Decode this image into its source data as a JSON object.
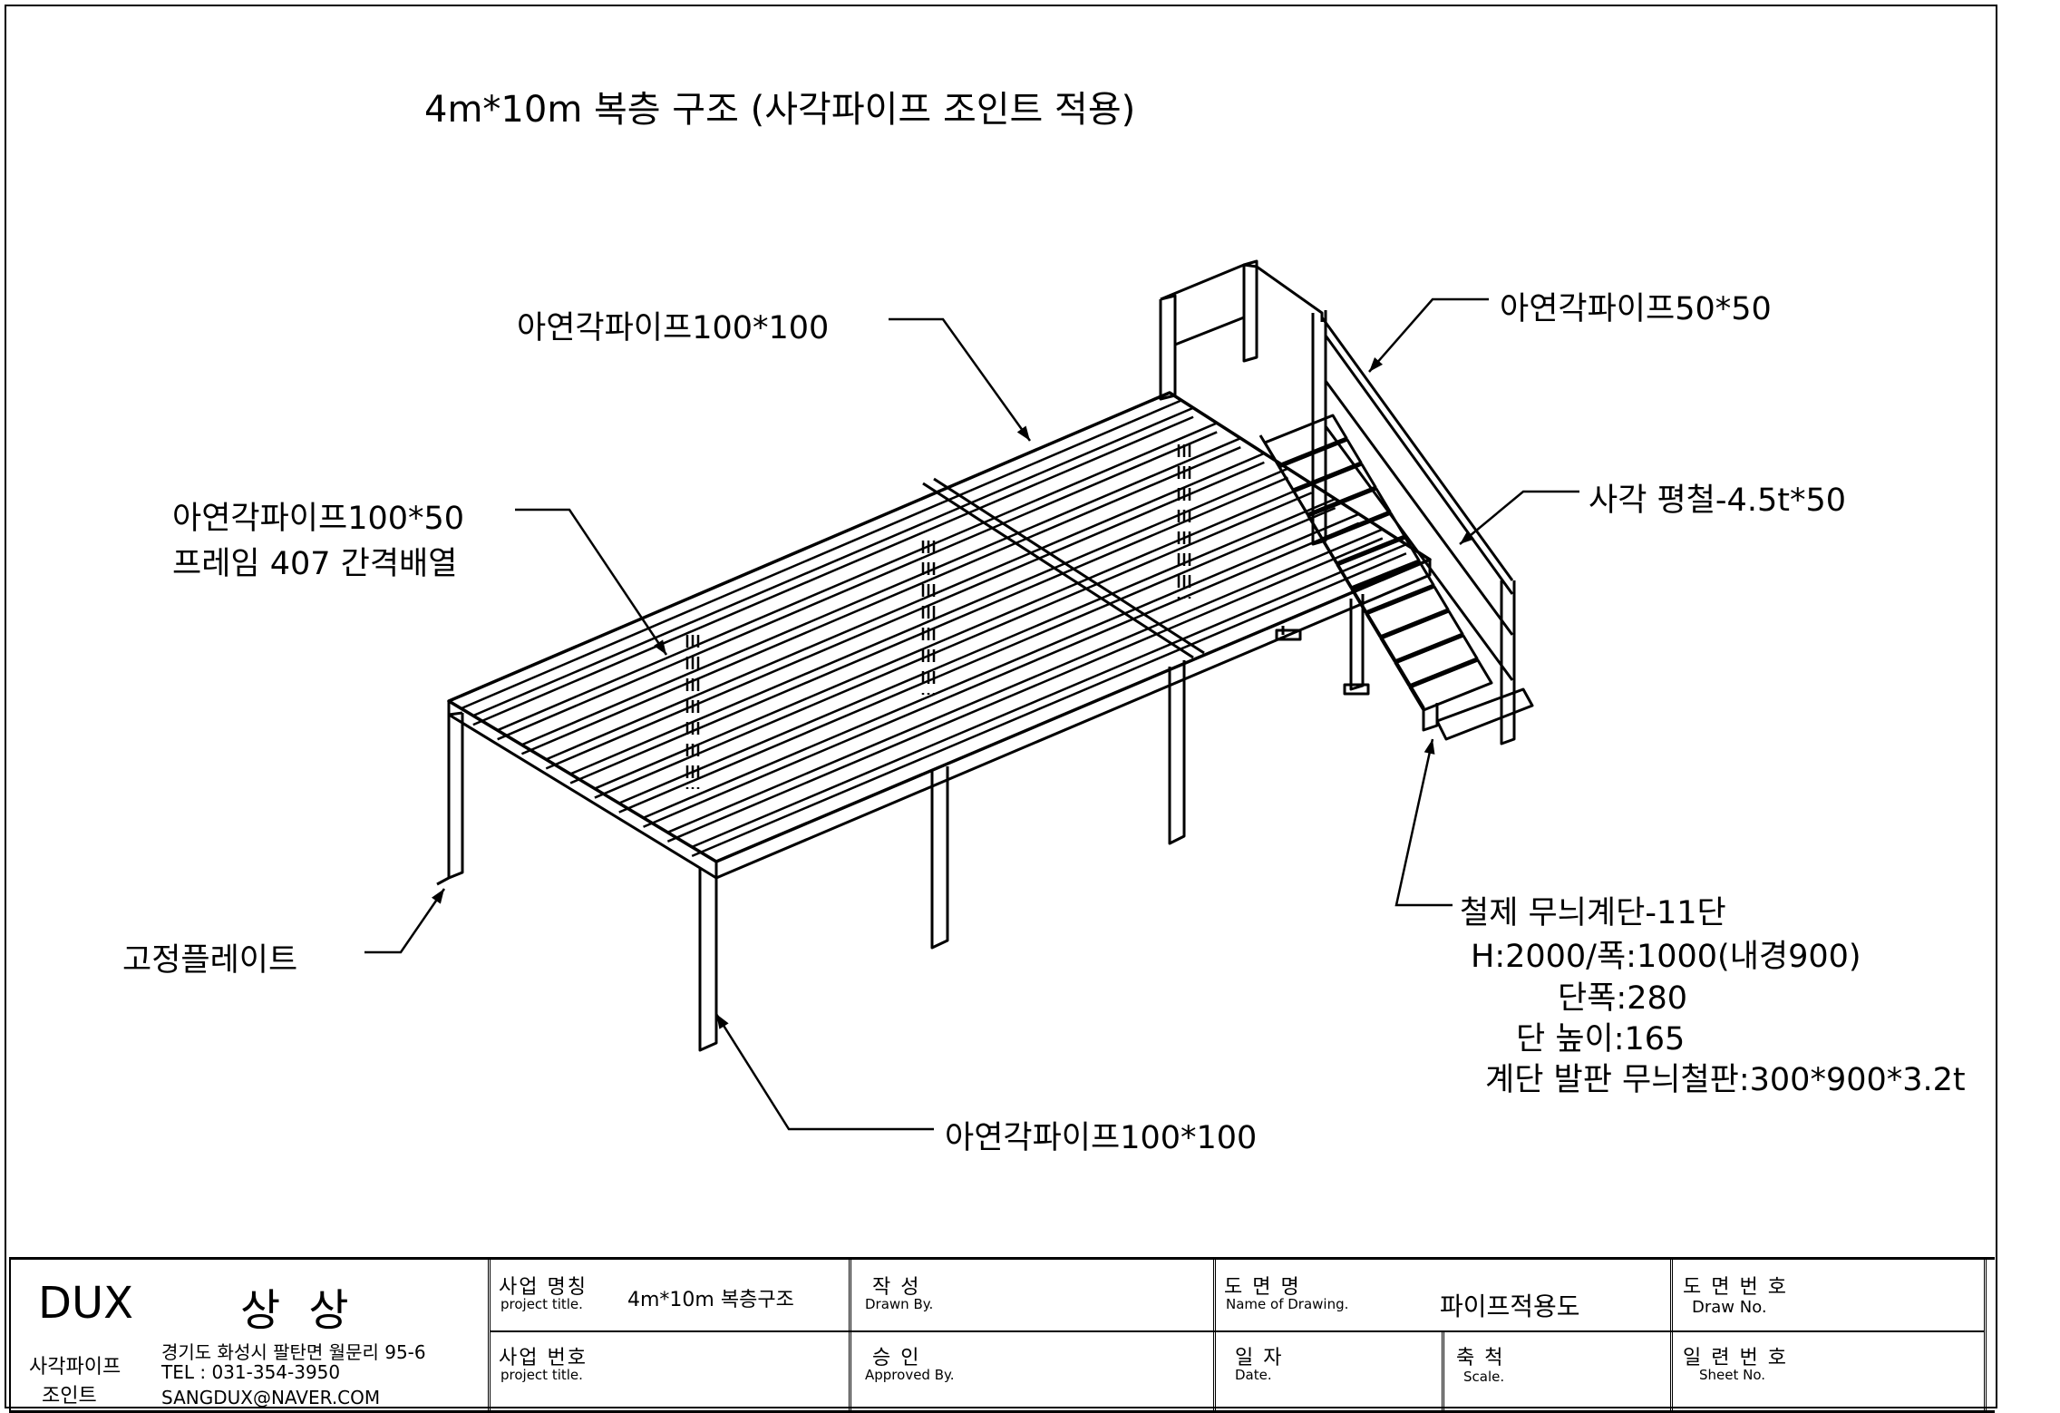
{
  "drawing": {
    "title": "4m*10m 복층 구조  (사각파이프 조인트 적용)"
  },
  "callouts": {
    "main_beam": "아연각파이프100*100",
    "handrail_pipe": "아연각파이프50*50",
    "frame_pipe_line1": "아연각파이프100*50",
    "frame_pipe_line2": "프레임 407 간격배열",
    "flat_bar": "사각 평철-4.5t*50",
    "fixing_plate": "고정플레이트",
    "stair_line1": "철제 무늬계단-11단",
    "stair_line2": "H:2000/폭:1000(내경900)",
    "stair_line3": "단폭:280",
    "stair_line4": "단 높이:165",
    "stair_line5": "계단 발판 무늬철판:300*900*3.2t",
    "column_pipe": "아연각파이프100*100"
  },
  "title_block": {
    "company": "DUX",
    "company_ko": "상 상",
    "brand_line1": "사각파이프",
    "brand_line2": "조인트",
    "address": "경기도 화성시 팔탄면 월문리 95-6",
    "tel": "TEL : 031-354-3950",
    "email": "SANGDUX@NAVER.COM",
    "project_name_label": "사업 명칭",
    "project_name_label_en": "project title.",
    "project_name_value": "4m*10m 복층구조",
    "project_no_label": "사업 번호",
    "project_no_label_en": "project title.",
    "drawn_label": "작   성",
    "drawn_label_en": "Drawn By.",
    "approved_label": "승   인",
    "approved_label_en": "Approved By.",
    "drawing_name_label": "도  면  명",
    "drawing_name_label_en": "Name of Drawing.",
    "drawing_name_value": "파이프적용도",
    "date_label": "일   자",
    "date_label_en": "Date.",
    "scale_label": "축   척",
    "scale_label_en": "Scale.",
    "draw_no_label": "도 면 번 호",
    "draw_no_label_en": "Draw No.",
    "sheet_no_label": "일 련 번 호",
    "sheet_no_label_en": "Sheet No."
  }
}
